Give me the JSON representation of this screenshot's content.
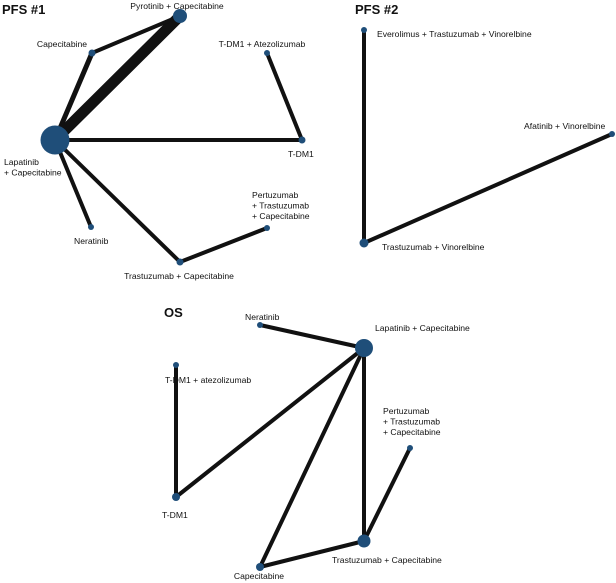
{
  "colors": {
    "node": "#1f4e79",
    "edge": "#111111",
    "background": "#ffffff"
  },
  "panels": [
    {
      "id": "pfs1",
      "title": "PFS #1",
      "nodes": [
        {
          "id": "pyrotinib_cap",
          "label_lines": [
            "Pyrotinib + Capecitabine"
          ]
        },
        {
          "id": "capecitabine",
          "label_lines": [
            "Capecitabine"
          ]
        },
        {
          "id": "tdm1_atezo",
          "label_lines": [
            "T-DM1 + Atezolizumab"
          ]
        },
        {
          "id": "lapatinib_cap",
          "label_lines": [
            "Lapatinib",
            "+ Capecitabine"
          ]
        },
        {
          "id": "tdm1",
          "label_lines": [
            "T-DM1"
          ]
        },
        {
          "id": "pertuzumab_tras_cap",
          "label_lines": [
            "Pertuzumab",
            "+ Trastuzumab",
            "+ Capecitabine"
          ]
        },
        {
          "id": "neratinib",
          "label_lines": [
            "Neratinib"
          ]
        },
        {
          "id": "trastuzumab_cap",
          "label_lines": [
            "Trastuzumab + Capecitabine"
          ]
        }
      ],
      "edges": [
        {
          "from": "lapatinib_cap",
          "to": "pyrotinib_cap"
        },
        {
          "from": "lapatinib_cap",
          "to": "capecitabine"
        },
        {
          "from": "capecitabine",
          "to": "pyrotinib_cap"
        },
        {
          "from": "lapatinib_cap",
          "to": "tdm1"
        },
        {
          "from": "tdm1_atezo",
          "to": "tdm1"
        },
        {
          "from": "lapatinib_cap",
          "to": "neratinib"
        },
        {
          "from": "lapatinib_cap",
          "to": "trastuzumab_cap"
        },
        {
          "from": "trastuzumab_cap",
          "to": "pertuzumab_tras_cap"
        }
      ]
    },
    {
      "id": "pfs2",
      "title": "PFS #2",
      "nodes": [
        {
          "id": "everolimus_tras_vin",
          "label_lines": [
            "Everolimus + Trastuzumab + Vinorelbine"
          ]
        },
        {
          "id": "afatinib_vin",
          "label_lines": [
            "Afatinib + Vinorelbine"
          ]
        },
        {
          "id": "trastuzumab_vin",
          "label_lines": [
            "Trastuzumab + Vinorelbine"
          ]
        }
      ],
      "edges": [
        {
          "from": "everolimus_tras_vin",
          "to": "trastuzumab_vin"
        },
        {
          "from": "afatinib_vin",
          "to": "trastuzumab_vin"
        }
      ]
    },
    {
      "id": "os",
      "title": "OS",
      "nodes": [
        {
          "id": "neratinib",
          "label_lines": [
            "Neratinib"
          ]
        },
        {
          "id": "lapatinib_cap",
          "label_lines": [
            "Lapatinib + Capecitabine"
          ]
        },
        {
          "id": "tdm1_atezo",
          "label_lines": [
            "T-DM1 + atezolizumab"
          ]
        },
        {
          "id": "pertuzumab_tras_cap",
          "label_lines": [
            "Pertuzumab",
            "+ Trastuzumab",
            "+ Capecitabine"
          ]
        },
        {
          "id": "tdm1",
          "label_lines": [
            "T-DM1"
          ]
        },
        {
          "id": "trastuzumab_cap",
          "label_lines": [
            "Trastuzumab + Capecitabine"
          ]
        },
        {
          "id": "capecitabine",
          "label_lines": [
            "Capecitabine"
          ]
        }
      ],
      "edges": [
        {
          "from": "neratinib",
          "to": "lapatinib_cap"
        },
        {
          "from": "tdm1_atezo",
          "to": "tdm1"
        },
        {
          "from": "tdm1",
          "to": "lapatinib_cap"
        },
        {
          "from": "capecitabine",
          "to": "lapatinib_cap"
        },
        {
          "from": "trastuzumab_cap",
          "to": "lapatinib_cap"
        },
        {
          "from": "capecitabine",
          "to": "trastuzumab_cap"
        },
        {
          "from": "trastuzumab_cap",
          "to": "pertuzumab_tras_cap"
        }
      ]
    }
  ]
}
